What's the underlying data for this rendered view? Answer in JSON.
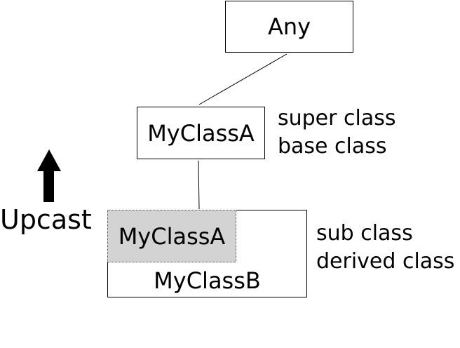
{
  "diagram": {
    "root_class": "Any",
    "base_class": "MyClassA",
    "derived_class": "MyClassB",
    "embedded_base": "MyClassA",
    "base_role": [
      "super class",
      "base class"
    ],
    "derived_role": [
      "sub class",
      "derived class"
    ],
    "arrow_label": "Upcast"
  },
  "colors": {
    "line": "#000000",
    "embedded_fill": "#d3d3d3",
    "arrow": "#000000"
  },
  "icons": {
    "upcast_arrow": "arrow-up-icon"
  }
}
